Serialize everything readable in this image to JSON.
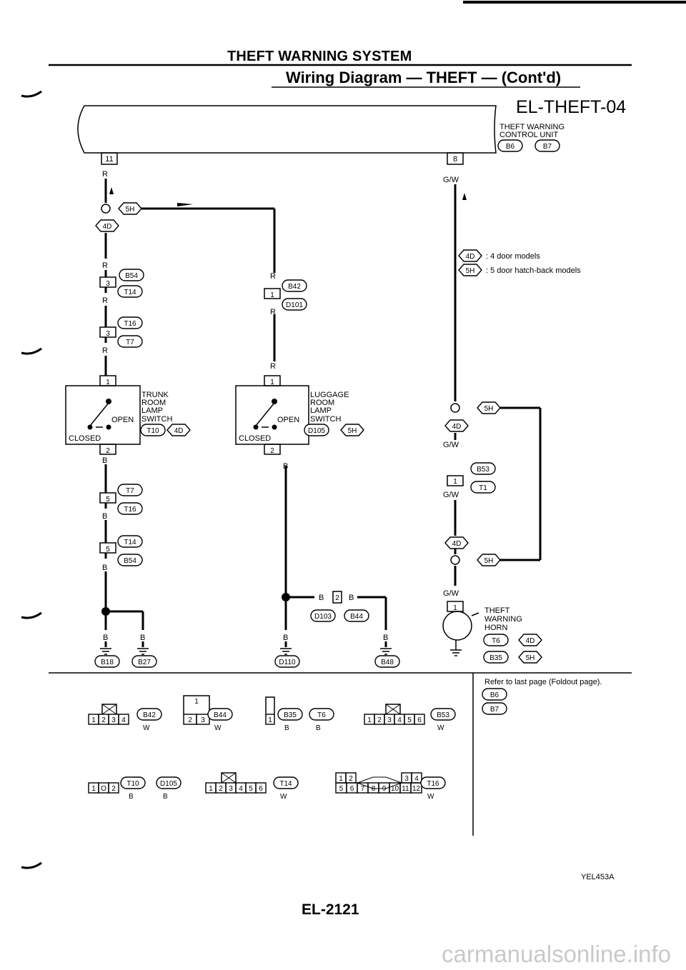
{
  "header": {
    "system_title": "THEFT WARNING SYSTEM",
    "subtitle": "Wiring Diagram — THEFT — (Cont'd)",
    "diagram_id": "EL-THEFT-04"
  },
  "control_unit": {
    "label_line1": "THEFT WARNING",
    "label_line2": "CONTROL UNIT",
    "connector_a": "B6",
    "connector_b": "B7",
    "pin_left": "11",
    "pin_right": "8"
  },
  "legend": {
    "code_4d": "4D",
    "code_5h": "5H",
    "text_4d": ": 4 door models",
    "text_5h": ": 5 door hatch-back models"
  },
  "wires": {
    "r": "R",
    "gw": "G/W",
    "b": "B"
  },
  "connectors": {
    "B54": "B54",
    "T14": "T14",
    "T16": "T16",
    "T7": "T7",
    "B42": "B42",
    "D101": "D101",
    "B53": "B53",
    "T1": "T1",
    "D103": "D103",
    "B44": "B44",
    "T6": "T6",
    "B35": "B35",
    "T10": "T10",
    "D105": "D105"
  },
  "pins": {
    "p1": "1",
    "p2": "2",
    "p3": "3",
    "p5": "5"
  },
  "trunk_switch": {
    "line1": "TRUNK",
    "line2": "ROOM",
    "line3": "LAMP",
    "line4": "SWITCH",
    "open": "OPEN",
    "closed": "CLOSED",
    "connector": "T10",
    "model": "4D"
  },
  "luggage_switch": {
    "line1": "LUGGAGE",
    "line2": "ROOM",
    "line3": "LAMP",
    "line4": "SWITCH",
    "open": "OPEN",
    "closed": "CLOSED",
    "connector": "D105",
    "model": "5H"
  },
  "horn": {
    "line1": "THEFT",
    "line2": "WARNING",
    "line3": "HORN",
    "connector1": "T6",
    "model1": "4D",
    "connector2": "B35",
    "model2": "5H"
  },
  "grounds": [
    "B18",
    "B27",
    "D110",
    "B48"
  ],
  "foldout": {
    "text": "Refer to last page (Foldout page).",
    "items": [
      "B6",
      "B7"
    ]
  },
  "connector_views": {
    "b42": {
      "pins": [
        "1",
        "2",
        "3",
        "4"
      ],
      "name": "B42",
      "color": "W"
    },
    "b44": {
      "top": "1",
      "pins": [
        "2",
        "3"
      ],
      "name": "B44",
      "color": "W"
    },
    "b35t6": {
      "pin": "1",
      "name1": "B35",
      "name2": "T6",
      "color1": "B",
      "color2": "B"
    },
    "b53": {
      "pins": [
        "1",
        "2",
        "3",
        "4",
        "5",
        "6"
      ],
      "name": "B53",
      "color": "W"
    },
    "t10d105": {
      "pins": [
        "1",
        "O",
        "2"
      ],
      "name1": "T10",
      "name2": "D105",
      "color1": "B",
      "color2": "B"
    },
    "t14": {
      "pins": [
        "1",
        "2",
        "3",
        "4",
        "5",
        "6"
      ],
      "name": "T14",
      "color": "W"
    },
    "t16": {
      "top": [
        "1",
        "2",
        "3",
        "4"
      ],
      "bottom": [
        "5",
        "6",
        "7",
        "8",
        "9",
        "10",
        "11",
        "12"
      ],
      "name": "T16",
      "color": "W"
    }
  },
  "footer": {
    "code": "YEL453A",
    "page": "EL-2121",
    "watermark": "carmanualsonline.info"
  }
}
